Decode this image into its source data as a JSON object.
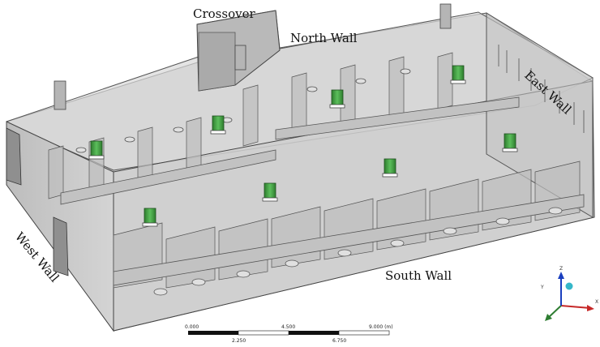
{
  "labels": {
    "crossover": "Crossover",
    "north_wall": "North Wall",
    "east_wall": "East Wall",
    "west_wall": "West Wall",
    "south_wall": "South Wall"
  },
  "scale_bar": {
    "top_ticks": [
      "0.000",
      "4.500",
      "9.000 (m)"
    ],
    "bottom_ticks": [
      "2.250",
      "6.750"
    ]
  },
  "axes": {
    "x": "X",
    "y": "Y",
    "z": "Z"
  },
  "colors": {
    "room_fill": "#c9c9c9",
    "edge": "#4a4a4a",
    "unit_green": "#3f9a3f",
    "axis_x": "#c62828",
    "axis_y": "#2e7d32",
    "axis_z": "#1a3fbf",
    "axis_ball": "#35b7c9"
  }
}
